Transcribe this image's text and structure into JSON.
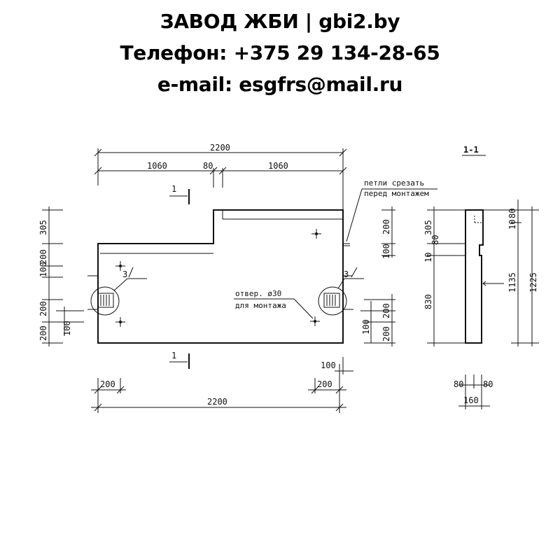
{
  "header": {
    "line1": "ЗАВОД ЖБИ | gbi2.by",
    "line2": "Телефон: +375 29 134-28-65",
    "line3": "e-mail: esgfrs@mail.ru"
  },
  "drawing": {
    "section_title": "1-1",
    "section_mark": "1",
    "node_mark": "3",
    "note_loops_1": "петли срезать",
    "note_loops_2": "перед монтажем",
    "note_hole_1": "отвер. ø30",
    "note_hole_2": "для монтажа",
    "dims": {
      "total_top": "2200",
      "left_part": "1060",
      "gap": "80",
      "right_part": "1060",
      "total_bottom": "2200",
      "bottom_left": "200",
      "bottom_right": "200",
      "bottom_100": "100",
      "left_305": "305",
      "left_200": "200",
      "left_100": "100",
      "left_200b": "200",
      "left_200c": "200",
      "left_100b": "100",
      "right_200": "200",
      "right_100": "100",
      "right_100b": "100",
      "right_200b": "200",
      "right_200c": "200",
      "sec_305": "305",
      "sec_80": "80",
      "sec_10": "10",
      "sec_830": "830",
      "sec_80top": "80",
      "sec_10b": "10",
      "sec_1135": "1135",
      "sec_1225": "1225",
      "sec_w80a": "80",
      "sec_w80b": "80",
      "sec_w160": "160"
    }
  }
}
